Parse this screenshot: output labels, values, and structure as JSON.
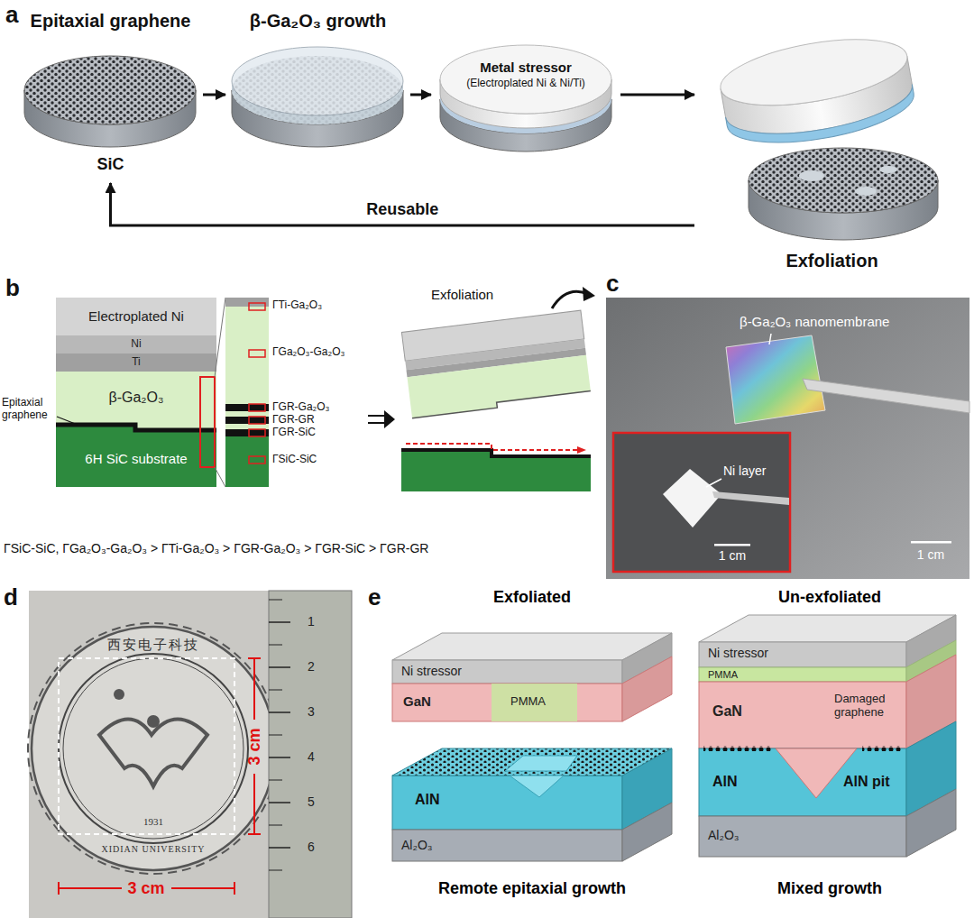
{
  "diagram": {
    "nodes": [
      {
        "text": [
          "Epitaxial graphene",
          "SiC"
        ]
      },
      {
        "text": [
          "β-Ga₂O₃ growth"
        ]
      },
      {
        "text": [
          "Metal stressor",
          "(Electroplated Ni & Ni/Ti)"
        ]
      },
      {
        "text": [
          "Exfoliation"
        ]
      }
    ],
    "edges": [
      {
        "from": 0,
        "to": 1,
        "arrow": "to"
      },
      {
        "from": 1,
        "to": 2,
        "arrow": "to"
      },
      {
        "from": 2,
        "to": 3,
        "arrow": "to"
      },
      {
        "from": 3,
        "to": 0,
        "arrow": "to",
        "label": "Reusable"
      }
    ],
    "labels": [
      "a",
      "b",
      "Electroplated Ni",
      "Ni",
      "Ti",
      "β-Ga₂O₃",
      "Epitaxial graphene",
      "6H SiC substrate",
      "ΓTi-Ga₂O₃",
      "ΓGa₂O₃-Ga₂O₃",
      "ΓGR-Ga₂O₃",
      "ΓGR-GR",
      "ΓGR-SiC",
      "ΓSiC-SiC",
      "ΓSiC-SiC, ΓGa₂O₃-Ga₂O₃ > ΓTi-Ga₂O₃ > ΓGR-Ga₂O₃ > ΓGR-SiC > ΓGR-GR",
      "Exfoliation",
      "c",
      "β-Ga₂O₃ nanomembrane",
      "Ni layer",
      "1 cm",
      "1 cm",
      "d",
      "西安电子科技",
      "XIDIAN UNIVERSITY",
      "1931",
      "3 cm",
      "3 cm",
      "1",
      "2",
      "3",
      "4",
      "5",
      "6",
      "e",
      "Exfoliated",
      "Un-exfoliated",
      "Ni stressor",
      "GaN",
      "PMMA",
      "AlN",
      "Al₂O₃",
      "Remote epitaxial growth",
      "Ni stressor",
      "PMMA",
      "GaN",
      "Damaged graphene",
      "AlN",
      "AlN pit",
      "Al₂O₃",
      "Mixed growth"
    ]
  }
}
